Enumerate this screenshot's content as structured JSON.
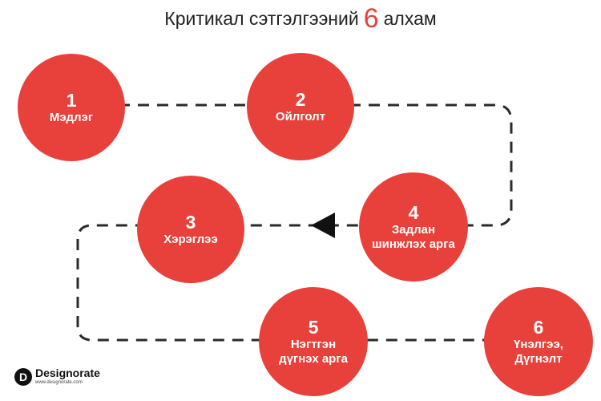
{
  "title": {
    "prefix": "Критикал сэтгэлгээний",
    "number": "6",
    "suffix": "алхам"
  },
  "colors": {
    "accent": "#e8403a",
    "line": "#2a2a2a"
  },
  "steps": [
    {
      "number": "1",
      "label": "Мэдлэг"
    },
    {
      "number": "2",
      "label": "Ойлголт"
    },
    {
      "number": "3",
      "label": "Хэрэглээ"
    },
    {
      "number": "4",
      "label": "Задлан\nшинжлэх арга"
    },
    {
      "number": "5",
      "label": "Нэгтгэн\nдүгнэх арга"
    },
    {
      "number": "6",
      "label": "Үнэлгээ,\nДүгнэлт"
    }
  ],
  "logo": {
    "name": "Designorate",
    "url": "www.designorate.com"
  }
}
